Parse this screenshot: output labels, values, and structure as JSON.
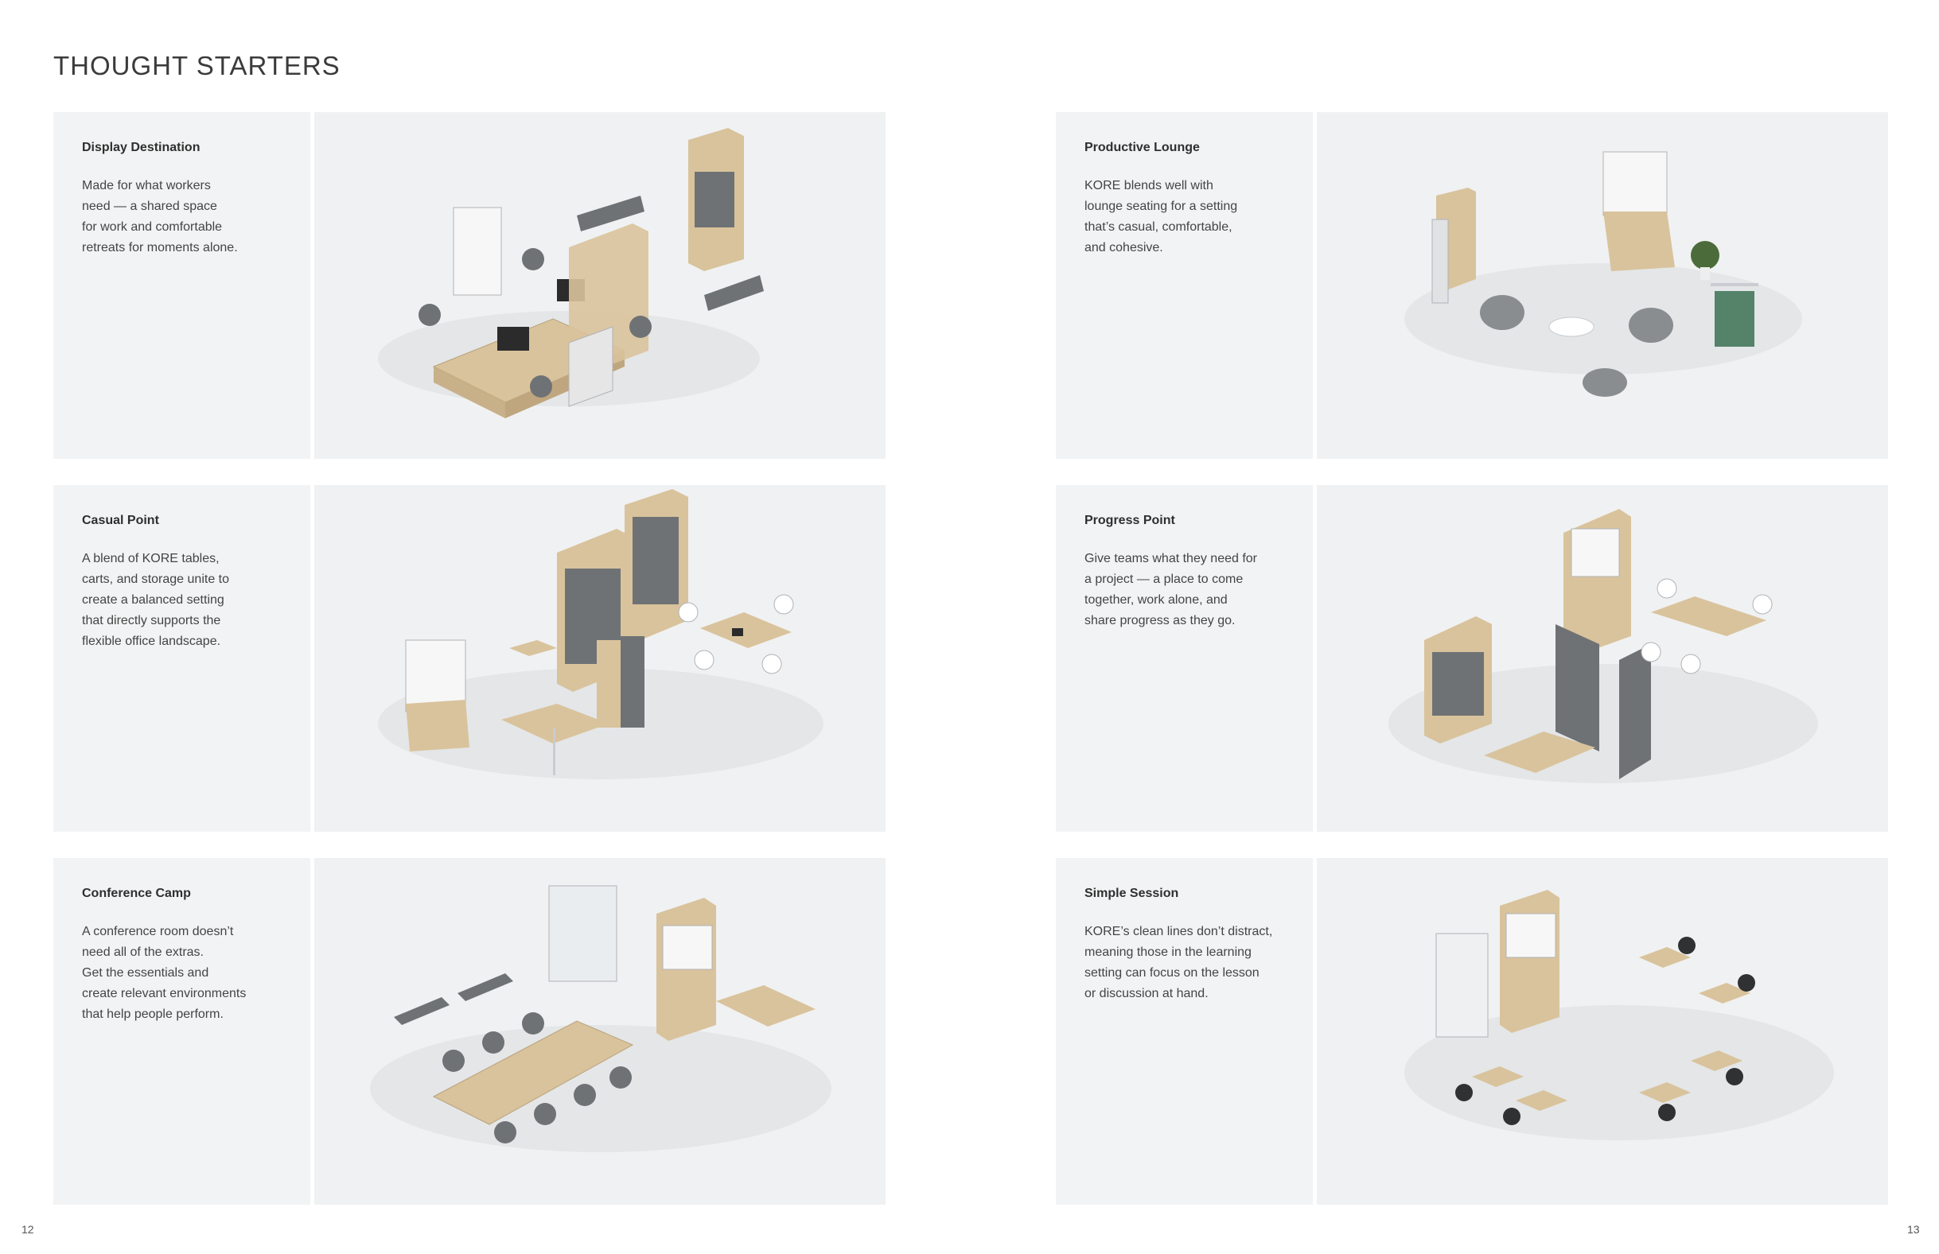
{
  "header": {
    "title": "THOUGHT STARTERS"
  },
  "tiles": [
    {
      "title": "Display Destination",
      "lines": [
        "Made for what workers",
        "need — a shared space",
        "for work and comfortable",
        "retreats for moments alone."
      ]
    },
    {
      "title": "Productive Lounge",
      "lines": [
        "KORE blends well with",
        "lounge seating for a setting",
        "that’s casual, comfortable,",
        "and cohesive."
      ]
    },
    {
      "title": "Casual Point",
      "lines": [
        "A blend of KORE tables,",
        "carts, and storage unite to",
        "create a balanced setting",
        "that directly supports the",
        "flexible office landscape."
      ]
    },
    {
      "title": "Progress Point",
      "lines": [
        "Give teams what they need for",
        "a project — a place to come",
        "together, work alone, and",
        "share progress as they go."
      ]
    },
    {
      "title": "Conference Camp",
      "lines": [
        "A conference room doesn’t",
        "need all of the extras.",
        "Get the essentials and",
        "create relevant environments",
        "that help people perform."
      ]
    },
    {
      "title": "Simple Session",
      "lines": [
        "KORE’s clean lines don’t distract,",
        "meaning those in the learning",
        "setting can focus on the lesson",
        "or discussion at hand."
      ]
    }
  ],
  "footer": {
    "page_left": "12",
    "page_right": "13"
  },
  "colors": {
    "panel": "#f2f3f4",
    "wood": "#d9c39c",
    "fabric": "#6f7275",
    "metal": "#c9ccd0"
  }
}
